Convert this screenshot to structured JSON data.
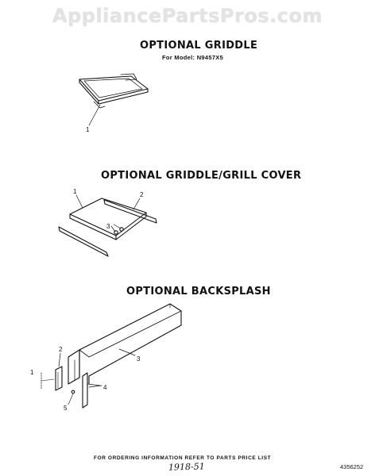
{
  "watermark": "AppliancePartsPros.com",
  "sections": [
    {
      "title": "OPTIONAL GRIDDLE",
      "subtitle": "For Model: N9457X5",
      "callouts": [
        "1"
      ]
    },
    {
      "title": "OPTIONAL GRIDDLE/GRILL COVER",
      "callouts": [
        "1",
        "2",
        "3"
      ]
    },
    {
      "title": "OPTIONAL BACKSPLASH",
      "callouts": [
        "1",
        "2",
        "3",
        "4",
        "5"
      ]
    }
  ],
  "footer": {
    "ordering_note": "FOR ORDERING INFORMATION REFER TO PARTS PRICE LIST",
    "handwritten_note": "1918-51",
    "part_number": "4356252"
  }
}
